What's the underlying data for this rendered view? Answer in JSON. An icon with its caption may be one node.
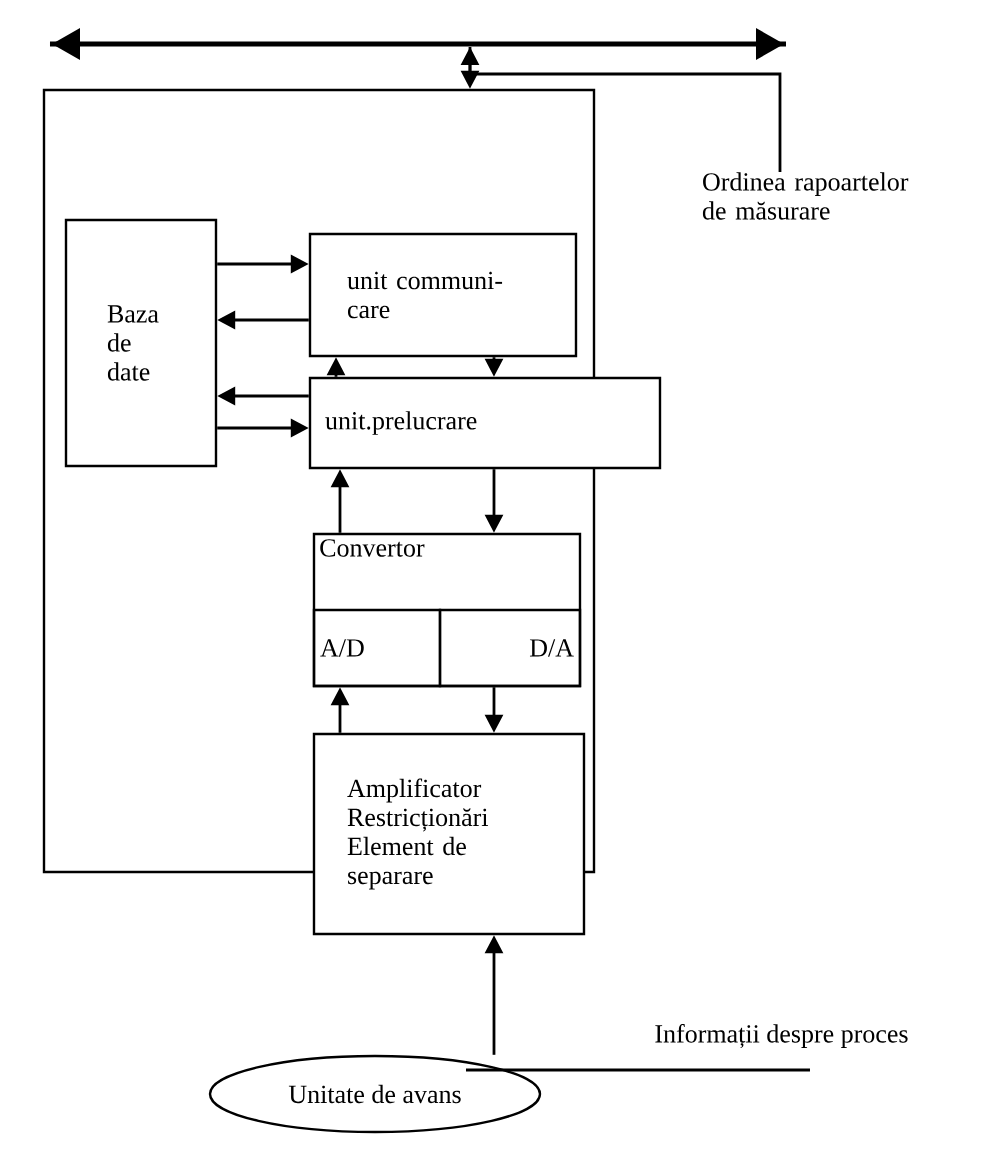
{
  "diagram": {
    "nodes": [
      {
        "text": [],
        "shape": "bar"
      },
      {
        "text": [],
        "shape": "box"
      },
      {
        "text": [
          "Baza de date"
        ],
        "in": 1
      },
      {
        "text": [
          "unit communi- care"
        ],
        "in": 1
      },
      {
        "text": [
          "unit.prelucrare"
        ]
      },
      {
        "text": [
          "Convertor"
        ],
        "in": 1
      },
      {
        "text": [
          "A/D"
        ],
        "in": 5
      },
      {
        "text": [
          "D/A"
        ],
        "in": 5
      },
      {
        "text": [
          "Amplificator Restricționări Element de separare"
        ]
      },
      {
        "text": [
          "Ordinea rapoartelor de măsurare"
        ]
      },
      {
        "text": [
          "Unitate de avans"
        ]
      }
    ],
    "edges": [
      {
        "from": 0,
        "to": 1,
        "arrow": "both"
      },
      {
        "from": 0,
        "to": 9,
        "arrow": "none"
      },
      {
        "from": 2,
        "to": 3,
        "arrow": "to"
      },
      {
        "from": 3,
        "to": 2,
        "arrow": "to"
      },
      {
        "from": 4,
        "to": 2,
        "arrow": "to"
      },
      {
        "from": 2,
        "to": 4,
        "arrow": "to"
      },
      {
        "from": 4,
        "to": 3,
        "arrow": "to"
      },
      {
        "from": 3,
        "to": 4,
        "arrow": "to"
      },
      {
        "from": 5,
        "to": 4,
        "arrow": "to"
      },
      {
        "from": 4,
        "to": 5,
        "arrow": "to"
      },
      {
        "from": 8,
        "to": 6,
        "arrow": "to"
      },
      {
        "from": 7,
        "to": 8,
        "arrow": "to"
      },
      {
        "from": 10,
        "to": 8,
        "arrow": "to"
      }
    ],
    "labels": [
      "Informații despre proces"
    ]
  }
}
